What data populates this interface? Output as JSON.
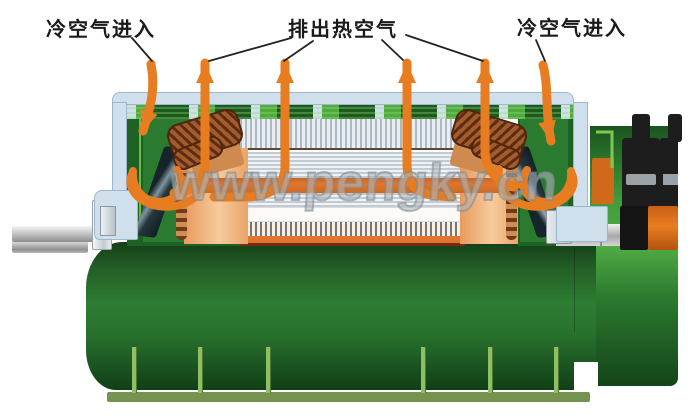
{
  "diagram": {
    "type": "cutaway-technical-illustration",
    "subject": "air-cooled electric generator cooling airflow",
    "watermark": "www.pengky.cn",
    "labels": {
      "cold_air_left": "冷空气进入",
      "hot_air_out": "排出热空气",
      "cold_air_right": "冷空气进入"
    },
    "colors": {
      "background": "#ffffff",
      "text": "#1a1a1a",
      "leader": "#222222",
      "arrow": "#e87c20",
      "casing_blue": "#cfe0ec",
      "casing_border": "#9db8cc",
      "vent_dark_green": "#1c5a22",
      "vent_light_green": "#4fab3f",
      "chamber_green": "#1e6124",
      "housing_green": "#2d7a31",
      "base_green": "#74934e",
      "post_green": "#8cc063",
      "copper_dark": "#6e3a18",
      "copper_light": "#cf8d52",
      "winding_salmon": "#f2b27e",
      "rotor_orange_band": "#e0762f",
      "shaft_silver": "#c9d2d8",
      "brush_black": "#1d1d1d",
      "slip_ring_orange": "#e87c20",
      "watermark_gray": "#8d98a2"
    }
  }
}
